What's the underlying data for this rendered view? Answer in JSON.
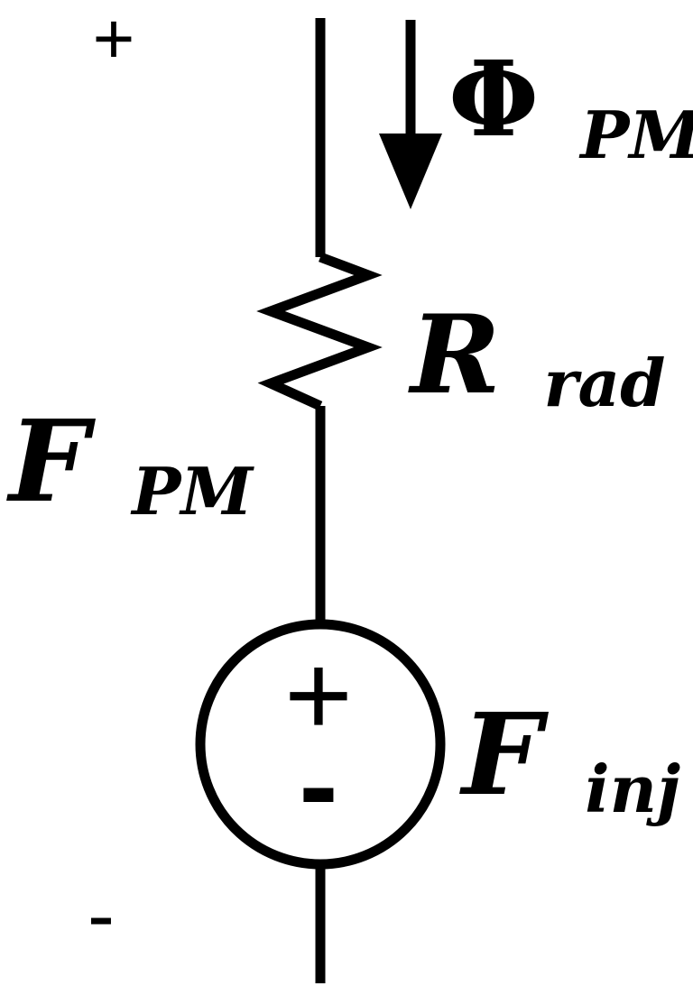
{
  "terminals": {
    "top_sign": "+",
    "bottom_sign": "-"
  },
  "flux": {
    "symbol": "Φ",
    "subscript": "PM"
  },
  "resistor": {
    "symbol": "R",
    "subscript": "rad"
  },
  "mmf_total": {
    "symbol": "F",
    "subscript": "PM"
  },
  "source": {
    "plus": "+",
    "minus": "-",
    "symbol": "F",
    "subscript": "inj"
  }
}
